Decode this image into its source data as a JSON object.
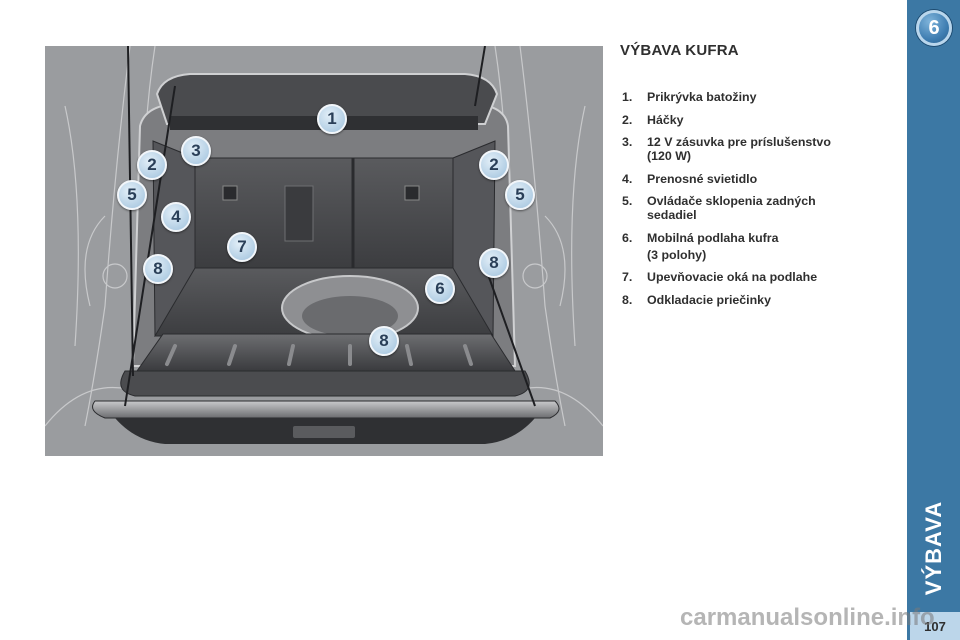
{
  "title": "VÝBAVA KUFRA",
  "items": [
    {
      "num": "1.",
      "text": "Prikrývka batožiny",
      "line2": ""
    },
    {
      "num": "2.",
      "text": "Háčky",
      "line2": ""
    },
    {
      "num": "3.",
      "text": "12 V zásuvka pre príslušenstvo",
      "line2": "(120 W)"
    },
    {
      "num": "4.",
      "text": "Prenosné svietidlo",
      "line2": ""
    },
    {
      "num": "5.",
      "text": "Ovládače sklopenia zadných",
      "line2": "sedadiel"
    },
    {
      "num": "6.",
      "text": "Mobilná podlaha kufra",
      "line2": "(3 polohy)"
    },
    {
      "num": "7.",
      "text": "Upevňovacie oká na podlahe",
      "line2": ""
    },
    {
      "num": "8.",
      "text": "Odkladacie priečinky",
      "line2": ""
    }
  ],
  "callouts": [
    "1",
    "2",
    "3",
    "5",
    "4",
    "7",
    "8",
    "2",
    "5",
    "8",
    "6",
    "8"
  ],
  "chapter_number": "6",
  "chapter_title": "VÝBAVA",
  "page_number": "107",
  "watermark": "carmanualsonline.info",
  "colors": {
    "band": "#3c78a4",
    "page_box": "#bcd6ea",
    "illustration_bg": "#9a9c9f"
  }
}
